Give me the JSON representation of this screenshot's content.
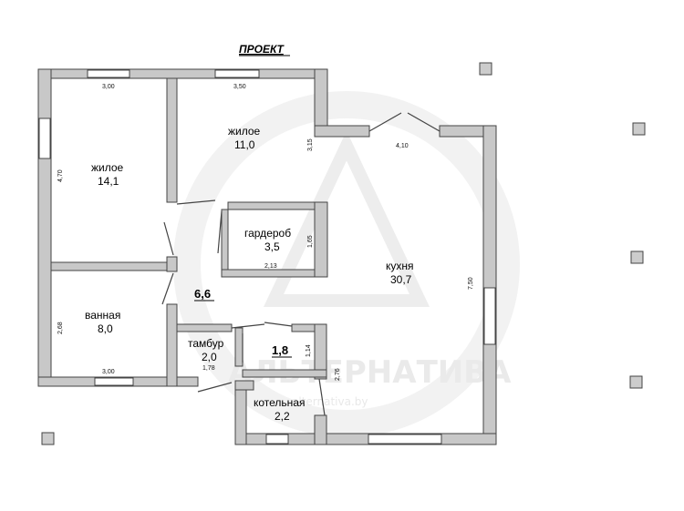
{
  "title": "ПРОЕКТ",
  "watermark": {
    "line1": "АЛЬТЕРНАТИВА",
    "line2": "alternativa.by"
  },
  "rooms": {
    "living1": {
      "name": "жилое",
      "area": "14,1"
    },
    "living2": {
      "name": "жилое",
      "area": "11,0"
    },
    "wardrobe": {
      "name": "гардероб",
      "area": "3,5"
    },
    "kitchen": {
      "name": "кухня",
      "area": "30,7"
    },
    "bathroom": {
      "name": "ванная",
      "area": "8,0"
    },
    "hall": {
      "area": "6,6"
    },
    "vestibule": {
      "name": "тамбур",
      "area": "2,0"
    },
    "small": {
      "area": "1,8"
    },
    "boiler": {
      "name": "котельная",
      "area": "2,2"
    }
  },
  "dims": {
    "living1_top": "3,00",
    "living2_top": "3,50",
    "living1_side": "4,70",
    "living2_side": "3,15",
    "kitchen_top": "4,10",
    "kitchen_side": "7,50",
    "wardrobe_side": "1,65",
    "wardrobe_bottom": "2,13",
    "bath_side": "2,68",
    "bath_bottom": "3,00",
    "vestibule_bottom": "1,78",
    "small_side": "1,14",
    "boiler_side": "2,76"
  }
}
